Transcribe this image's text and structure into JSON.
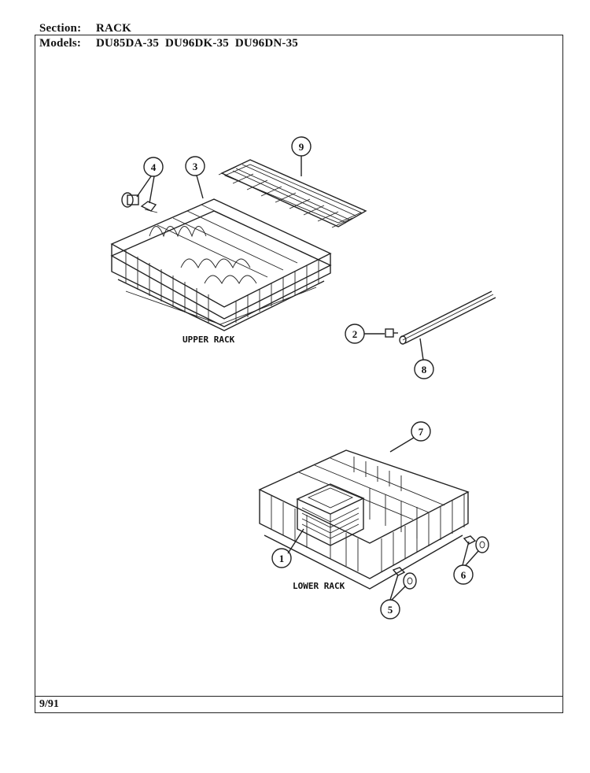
{
  "header": {
    "section_label": "Section:",
    "section_value": "RACK",
    "models_label": "Models:",
    "models_value": "DU85DA-35  DU96DK-35  DU96DN-35"
  },
  "footer": {
    "date": "9/91"
  },
  "diagram": {
    "upper_rack_label": "UPPER RACK",
    "lower_rack_label": "LOWER RACK",
    "callouts": [
      "1",
      "2",
      "3",
      "4",
      "5",
      "6",
      "7",
      "8",
      "9"
    ]
  }
}
